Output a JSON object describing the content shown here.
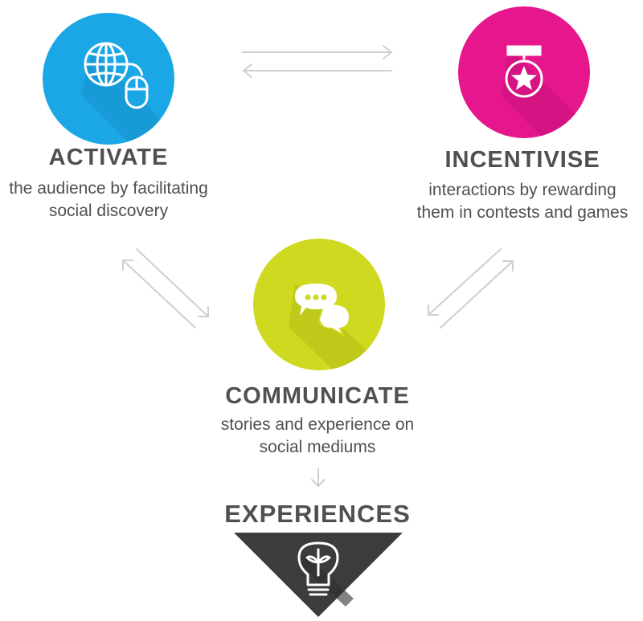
{
  "stages": {
    "activate": {
      "title": "ACTIVATE",
      "desc_line1": "the audience by facilitating",
      "desc_line2": "social discovery",
      "color": "#1ba6e6",
      "icon": "globe-mouse-icon"
    },
    "incentivise": {
      "title": "INCENTIVISE",
      "desc_line1": "interactions by rewarding",
      "desc_line2": "them in contests and games",
      "color": "#e6168d",
      "icon": "star-medal-icon"
    },
    "communicate": {
      "title": "COMMUNICATE",
      "desc_line1": "stories and experience on",
      "desc_line2": "social mediums",
      "color": "#cfd91f",
      "icon": "chat-bubbles-icon"
    }
  },
  "result": {
    "title": "EXPERIENCES",
    "color": "#3c3c3c",
    "icon": "lightbulb-icon"
  },
  "arrow_color": "#cfcfcf"
}
